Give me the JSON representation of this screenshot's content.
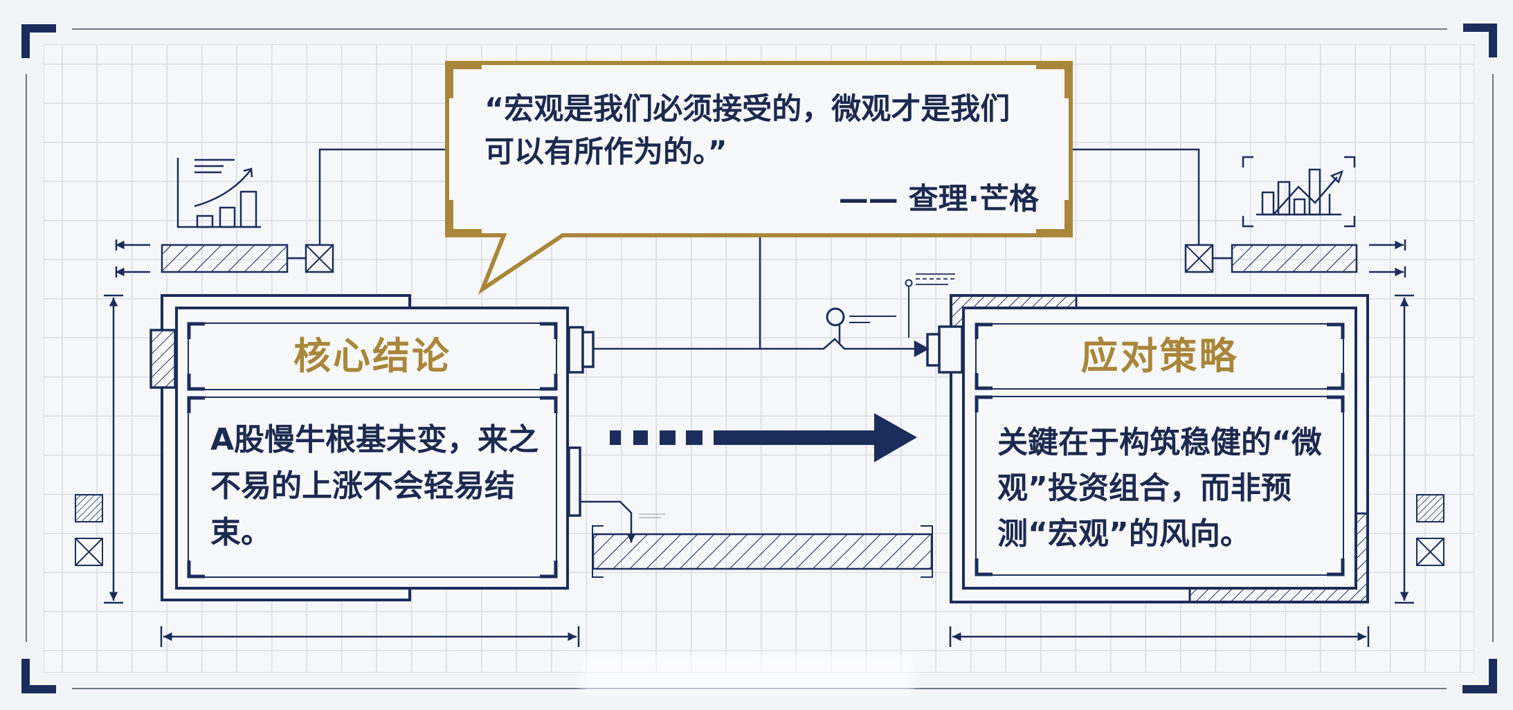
{
  "quote": {
    "lines": [
      "“宏观是我们必须接受的，微观才是我们",
      "可以有所作为的。”"
    ],
    "attribution": "—— 查理·芒格"
  },
  "left_card": {
    "title": "核心结论",
    "body_lines": [
      "A股慢牛根基未变，来之",
      "不易的上涨不会轻易结",
      "束。"
    ]
  },
  "right_card": {
    "title": "应对策略",
    "body_lines": [
      "关鍵在于构筑稳健的“微",
      "观”投资组合，而非预",
      "测“宏观”的风向。"
    ]
  },
  "icons": [
    "bar-chart-growth-icon",
    "bar-line-chart-trend-icon",
    "hatched-block-icon",
    "cross-box-icon",
    "dimension-arrow-icon",
    "badge-icon",
    "pin-marker-icon",
    "flow-arrow-icon"
  ],
  "colors": {
    "navy": "#1b2d5a",
    "gold": "#a9863a",
    "background": "#f2f4f7",
    "grid_line": "#d7dce4",
    "panel_fill": "#f7f8fa"
  }
}
